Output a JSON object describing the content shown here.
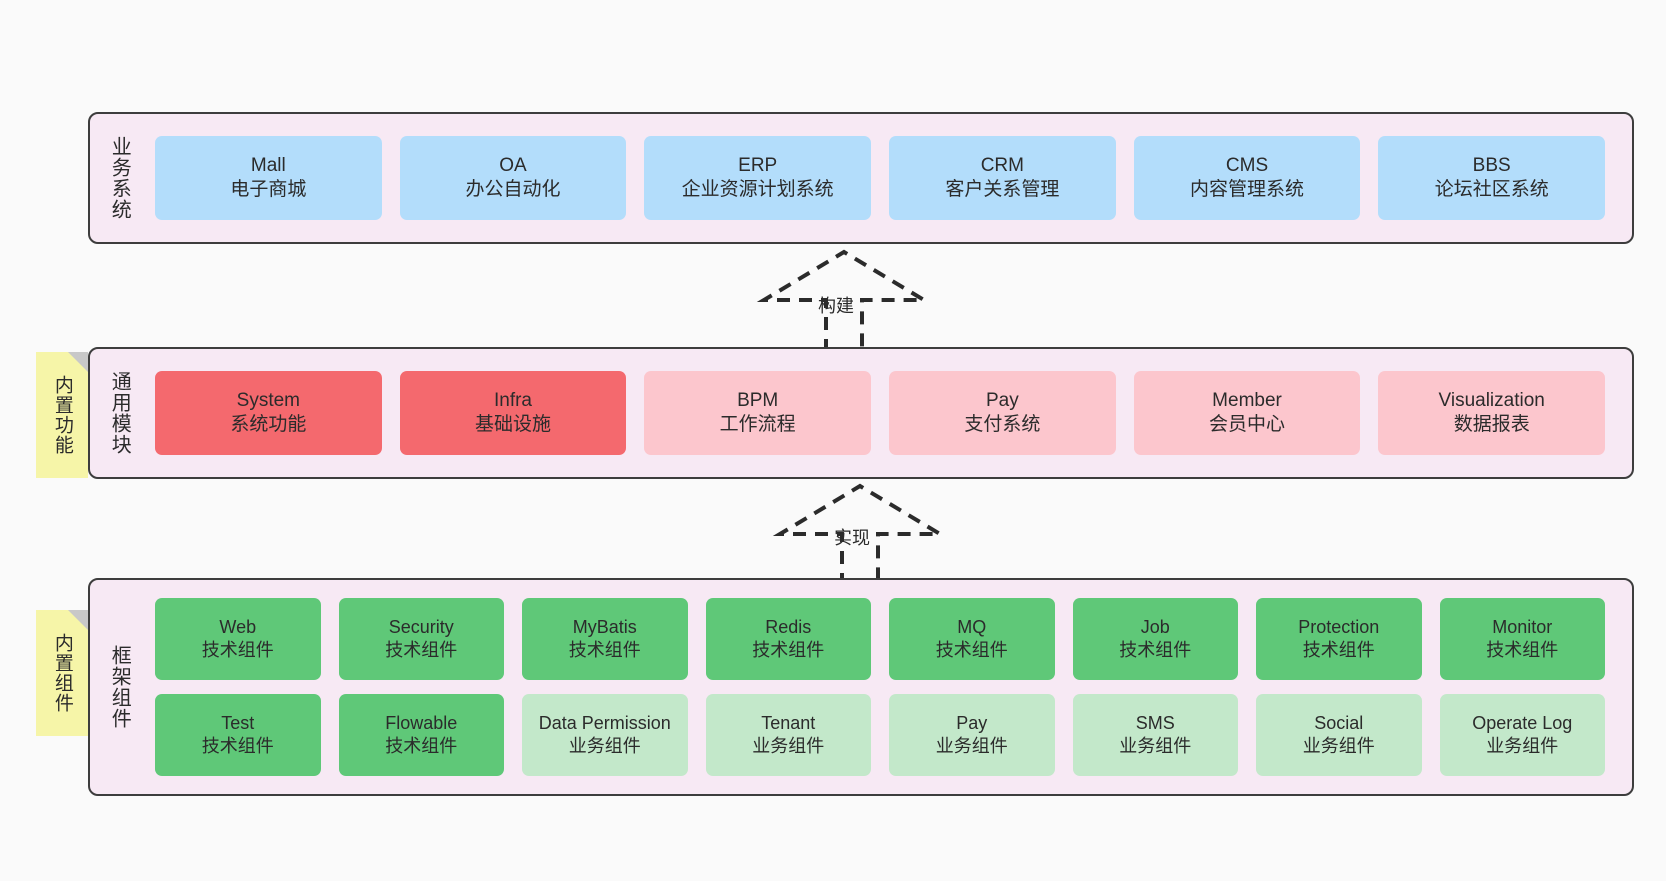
{
  "diagram": {
    "background_color": "#fafafa",
    "panel_background": "#f7e9f4",
    "panel_border": "#3d3d3d"
  },
  "layers": {
    "business": {
      "label": "业务系统",
      "card_color": "#b3ddfb",
      "cards": [
        {
          "en": "Mall",
          "cn": "电子商城"
        },
        {
          "en": "OA",
          "cn": "办公自动化"
        },
        {
          "en": "ERP",
          "cn": "企业资源计划系统"
        },
        {
          "en": "CRM",
          "cn": "客户关系管理"
        },
        {
          "en": "CMS",
          "cn": "内容管理系统"
        },
        {
          "en": "BBS",
          "cn": "论坛社区系统"
        }
      ]
    },
    "common": {
      "label": "通用模块",
      "sticky": "内置功能",
      "strong_color": "#f4696e",
      "soft_color": "#fcc6cd",
      "cards": [
        {
          "en": "System",
          "cn": "系统功能",
          "tone": "strong"
        },
        {
          "en": "Infra",
          "cn": "基础设施",
          "tone": "strong"
        },
        {
          "en": "BPM",
          "cn": "工作流程",
          "tone": "soft"
        },
        {
          "en": "Pay",
          "cn": "支付系统",
          "tone": "soft"
        },
        {
          "en": "Member",
          "cn": "会员中心",
          "tone": "soft"
        },
        {
          "en": "Visualization",
          "cn": "数据报表",
          "tone": "soft"
        }
      ]
    },
    "framework": {
      "label": "框架组件",
      "sticky": "内置组件",
      "tech_color": "#5fc878",
      "biz_color": "#c3e8ca",
      "row_tech": [
        {
          "en": "Web",
          "cn": "技术组件"
        },
        {
          "en": "Security",
          "cn": "技术组件"
        },
        {
          "en": "MyBatis",
          "cn": "技术组件"
        },
        {
          "en": "Redis",
          "cn": "技术组件"
        },
        {
          "en": "MQ",
          "cn": "技术组件"
        },
        {
          "en": "Job",
          "cn": "技术组件"
        },
        {
          "en": "Protection",
          "cn": "技术组件"
        },
        {
          "en": "Monitor",
          "cn": "技术组件"
        }
      ],
      "row_mixed": [
        {
          "en": "Test",
          "cn": "技术组件",
          "tone": "tech"
        },
        {
          "en": "Flowable",
          "cn": "技术组件",
          "tone": "tech"
        },
        {
          "en": "Data Permission",
          "cn": "业务组件",
          "tone": "biz"
        },
        {
          "en": "Tenant",
          "cn": "业务组件",
          "tone": "biz"
        },
        {
          "en": "Pay",
          "cn": "业务组件",
          "tone": "biz"
        },
        {
          "en": "SMS",
          "cn": "业务组件",
          "tone": "biz"
        },
        {
          "en": "Social",
          "cn": "业务组件",
          "tone": "biz"
        },
        {
          "en": "Operate Log",
          "cn": "业务组件",
          "tone": "biz"
        }
      ]
    }
  },
  "connectors": {
    "build": {
      "label": "构建",
      "style": "dashed-generalization-arrow",
      "direction": "up"
    },
    "implement": {
      "label": "实现",
      "style": "dashed-generalization-arrow",
      "direction": "up"
    }
  }
}
